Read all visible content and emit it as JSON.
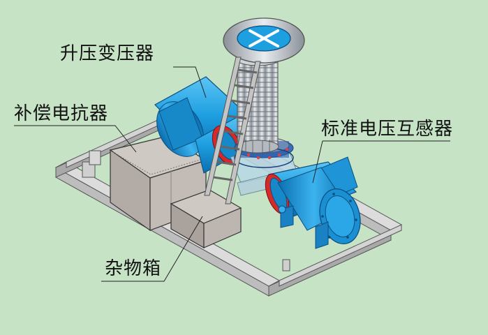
{
  "labels": {
    "step_up_transformer": "升压变压器",
    "compensation_reactor": "补偿电抗器",
    "standard_voltage_transformer": "标准电压互感器",
    "storage_box": "杂物箱"
  },
  "colors": {
    "background": "#c6e3c6",
    "frame": "#c8c8c8",
    "tank_blue": "#1e9fe0",
    "tank_blue_dark": "#0b6fb0",
    "flange_red": "#d42a2a",
    "ladder": "#b8b8b8",
    "leader": "#222222"
  }
}
